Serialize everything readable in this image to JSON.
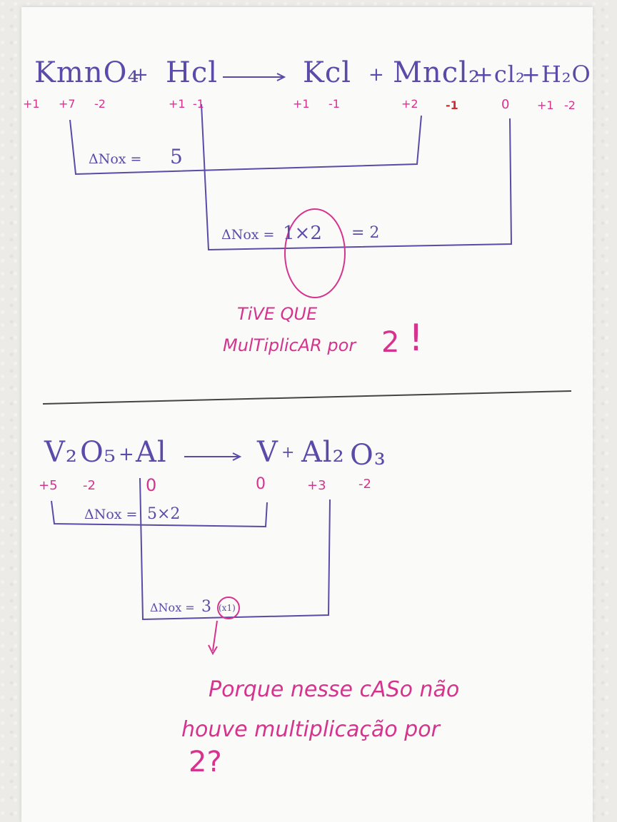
{
  "colors": {
    "purple": "#5b4aa8",
    "pink": "#d6338f",
    "red": "#d62a33",
    "paper": "#fafaf8"
  },
  "eq1": {
    "terms": [
      "KmnO₄",
      "+",
      "Hcl",
      "⟶",
      "Kcl",
      "+",
      "Mncl₂",
      "+cl₂",
      "+H₂O"
    ],
    "ox_kmno4": [
      "+1",
      "+7",
      "-2"
    ],
    "ox_hcl": [
      "+1",
      "-1"
    ],
    "ox_kcl": [
      "+1",
      "-1"
    ],
    "ox_mncl2": [
      "+2",
      "-1"
    ],
    "ox_cl2": "0",
    "ox_h2o": [
      "+1",
      "-2"
    ],
    "dnox_mn_label": "ΔNox =",
    "dnox_mn_value": "5",
    "dnox_cl_label": "ΔNox =",
    "dnox_cl_value": "1×2",
    "dnox_cl_result": "= 2",
    "note_line1": "TiVE QUE",
    "note_line2": "MulTiplicAR por",
    "note_number": "2",
    "note_mark": "!"
  },
  "eq2": {
    "terms": [
      "V₂",
      "O₅",
      "+",
      "Al",
      "⟶",
      "V",
      "+",
      "Al₂",
      "O₃"
    ],
    "ox_v2o5": [
      "+5",
      "-2"
    ],
    "ox_al": "0",
    "ox_v": "0",
    "ox_al2o3": [
      "+3",
      "-2"
    ],
    "dnox_v_label": "ΔNox =",
    "dnox_v_value": "5×2",
    "dnox_al_label": "ΔNox =",
    "dnox_al_value": "3",
    "dnox_al_circled": "(x1)",
    "question_line1": "Porque nesse cASo não",
    "question_line2": "houve multiplicação por",
    "question_line3": "2?"
  }
}
